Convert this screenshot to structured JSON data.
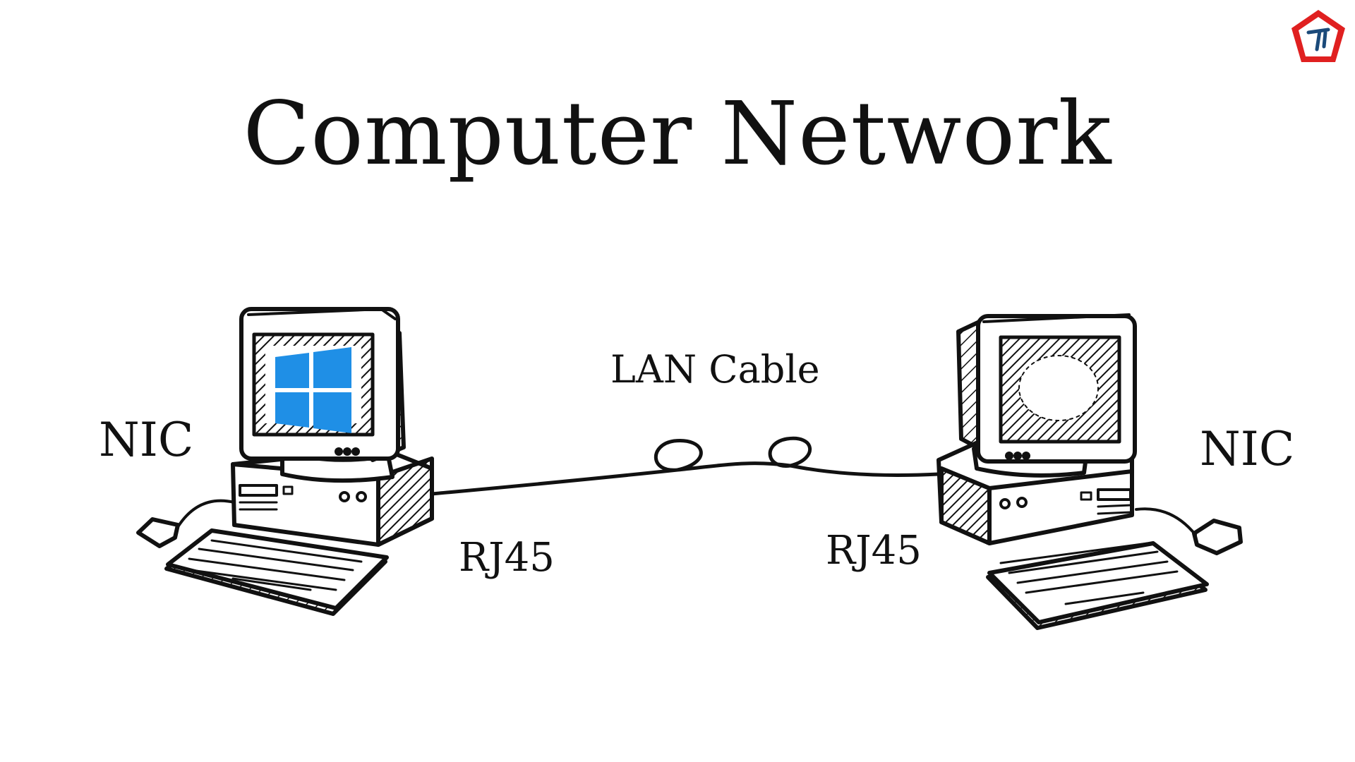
{
  "title": "Computer Network",
  "labels": {
    "nic_left": "NIC",
    "nic_right": "NIC",
    "lan_cable": "LAN Cable",
    "rj45_left": "RJ45",
    "rj45_right": "RJ45"
  },
  "logo": {
    "icon": "channel-logo-icon",
    "colors": [
      "#e02020",
      "#1b4a7a"
    ]
  },
  "left_computer": {
    "screen": "windows-logo-icon",
    "accent": "#1f8fe6"
  },
  "right_computer": {
    "screen": "blank-hatched-screen"
  },
  "colors": {
    "ink": "#111111",
    "background": "#ffffff",
    "windows_blue": "#1f8fe6"
  }
}
